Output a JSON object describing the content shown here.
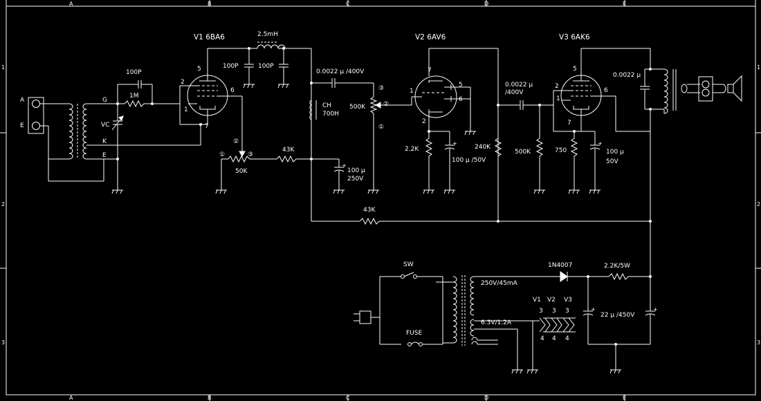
{
  "frame": {
    "cols": [
      "A",
      "B",
      "C",
      "D",
      "E"
    ],
    "rows": [
      "1",
      "2",
      "3"
    ]
  },
  "tubes": {
    "v1": {
      "title": "V1  6BA6"
    },
    "v2": {
      "title": "V2  6AV6"
    },
    "v3": {
      "title": "V3  6AK6"
    }
  },
  "pins": {
    "v1_5": "5",
    "v1_2": "2",
    "v1_6": "6",
    "v1_1": "1",
    "v1_7": "7",
    "v2_7": "7",
    "v2_1": "1",
    "v2_5": "5",
    "v2_6": "6",
    "v2_2": "2",
    "v3_5": "5",
    "v3_2": "2",
    "v3_1": "1",
    "v3_6": "6",
    "v3_7": "7"
  },
  "labels": {
    "terminal_a": "A",
    "terminal_e": "E",
    "coil_g": "G",
    "coil_k": "K",
    "coil_e": "E",
    "vc": "VC",
    "c_100p_grid": "100P",
    "r_1m": "1M",
    "coil_25mh": "2.5mH",
    "c_100p_1": "100P",
    "c_100p_2": "100P",
    "c_coupling_1": "0.0022 μ /400V",
    "ch": "CH",
    "ch_value": "700H",
    "vol_500k": "500K",
    "pot_c3": "③",
    "pot_c2": "②",
    "pot_c1": "①",
    "pot1_c1": "①",
    "pot1_c2": "②",
    "pot1_c3": "③",
    "pot_50k": "50K",
    "r_43k_1": "43K",
    "c_100u_250_a": "100 μ",
    "c_100u_250_b": "250V",
    "r_2k2": "2.2K",
    "c_100u_50": "100 μ /50V",
    "r_240k": "240K",
    "c_coupling_2_a": "0.0022 μ",
    "c_coupling_2_b": "/400V",
    "r_500k_grid": "500K",
    "r_750": "750",
    "c_100u_50b_a": "100 μ",
    "c_100u_50b_b": "50V",
    "c_out": "0.0022 μ",
    "r_43k_2": "43K",
    "sw": "SW",
    "fuse": "FUSE",
    "diode": "1N4007",
    "r_2k2_5w": "2.2K/5W",
    "pt_hv": "250V/45mA",
    "pt_heater": "6.3V/1.2A",
    "c_22u": "22 μ /450V",
    "heat_v1": "V1",
    "heat_v2": "V2",
    "heat_v3": "V3",
    "heat_3a": "3",
    "heat_3b": "3",
    "heat_3c": "3",
    "heat_4a": "4",
    "heat_4b": "4",
    "heat_4c": "4"
  }
}
